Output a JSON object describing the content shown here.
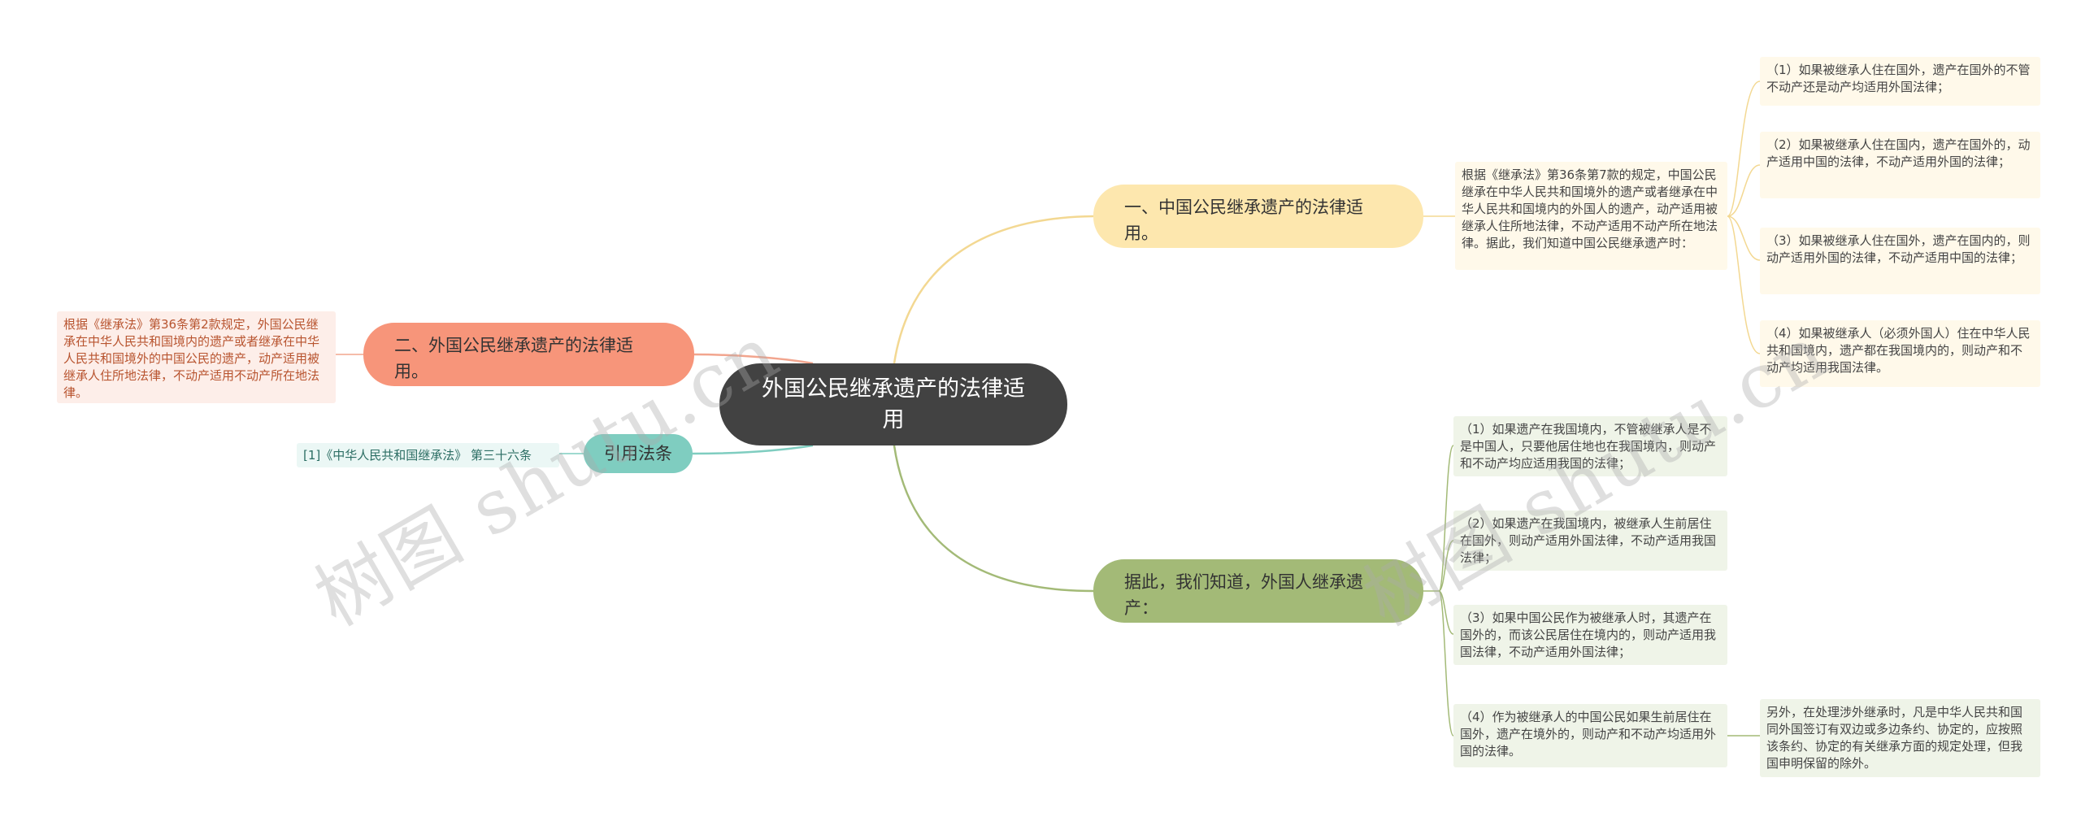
{
  "root": {
    "title": "外国公民继承遗产的法律适用"
  },
  "branches": {
    "b1": {
      "label": "一、中国公民继承遗产的法律适用。",
      "color": "#fde7ae"
    },
    "b2": {
      "label": "二、外国公民继承遗产的法律适用。",
      "color": "#f7957a"
    },
    "b3": {
      "label": "引用法条",
      "color": "#7fcdc0"
    },
    "b4": {
      "label": "据此，我们知道，外国人继承遗产：",
      "color": "#a3ba77"
    }
  },
  "notes": {
    "b1_intro": "根据《继承法》第36条第7款的规定，中国公民继承在中华人民共和国境外的遗产或者继承在中华人民共和国境内的外国人的遗产，动产适用被继承人住所地法律，不动产适用不动产所在地法律。据此，我们知道中国公民继承遗产时：",
    "b1_1": "（1）如果被继承人住在国外，遗产在国外的不管不动产还是动产均适用外国法律；",
    "b1_2": "（2）如果被继承人住在国内，遗产在国外的，动产适用中国的法律，不动产适用外国的法律；",
    "b1_3": "（3）如果被继承人住在国外，遗产在国内的，则动产适用外国的法律，不动产适用中国的法律；",
    "b1_4": "（4）如果被继承人（必须外国人）住在中华人民共和国境内，遗产都在我国境内的，则动产和不动产均适用我国法律。",
    "b2_1": "根据《继承法》第36条第2款规定，外国公民继承在中华人民共和国境内的遗产或者继承在中华人民共和国境外的中国公民的遗产，动产适用被继承人住所地法律，不动产适用不动产所在地法律。",
    "b3_1": "[1]《中华人民共和国继承法》 第三十六条",
    "b4_1": "（1）如果遗产在我国境内，不管被继承人是不是中国人，只要他居住地也在我国境内，则动产和不动产均应适用我国的法律；",
    "b4_2": "（2）如果遗产在我国境内，被继承人生前居住在国外，则动产适用外国法律，不动产适用我国法律；",
    "b4_3": "（3）如果中国公民作为被继承人时，其遗产在国外的，而该公民居住在境内的，则动产适用我国法律，不动产适用外国法律；",
    "b4_4": "（4）作为被继承人的中国公民如果生前居住在国外，遗产在境外的，则动产和不动产均适用外国的法律。",
    "b4_4_sub": "另外，在处理涉外继承时，凡是中华人民共和国同外国签订有双边或多边条约、协定的，应按照该条约、协定的有关继承方面的规定处理，但我国申明保留的除外。"
  },
  "watermarks": [
    "树图 shutu.cn",
    "树图 shutu.cn"
  ],
  "colors": {
    "yellow_line": "#f3d892",
    "orange_line": "#f2a58e",
    "teal_line": "#7fcdc0",
    "green_line": "#a3ba77"
  }
}
